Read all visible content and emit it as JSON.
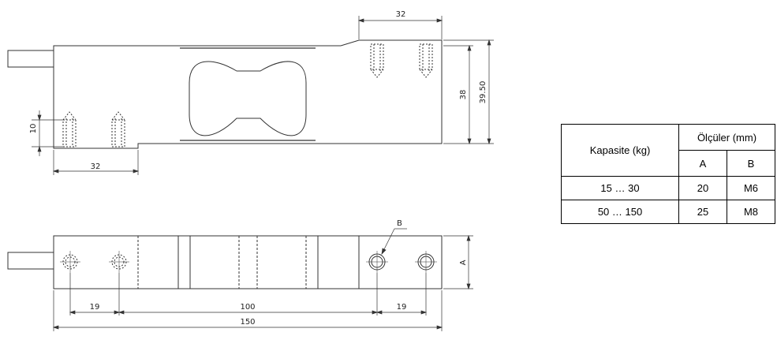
{
  "drawing": {
    "dims": {
      "top_right_width": "32",
      "height_38": "38",
      "height_39_50": "39.50",
      "thread_depth": "10",
      "bottom_left_width": "32",
      "hole_19_left": "19",
      "span_100": "100",
      "hole_19_right": "19",
      "total_150": "150",
      "label_a": "A",
      "label_b": "B"
    }
  },
  "table": {
    "header_capacity": "Kapasite (kg)",
    "header_dimensions": "Ölçüler (mm)",
    "col_a": "A",
    "col_b": "B",
    "rows": [
      {
        "capacity": "15 … 30",
        "a": "20",
        "b": "M6"
      },
      {
        "capacity": "50 … 150",
        "a": "25",
        "b": "M8"
      }
    ]
  }
}
